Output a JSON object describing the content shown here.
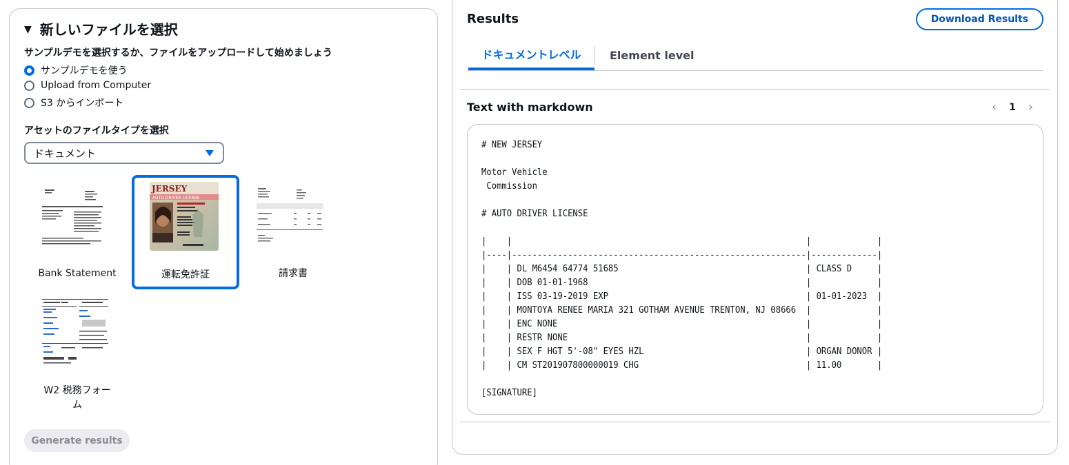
{
  "left": {
    "title": "新しいファイルを選択",
    "collapse_glyph": "▼",
    "description": "サンプルデモを選択するか、ファイルをアップロードして始めましょう",
    "radios": [
      {
        "label": "サンプルデモを使う",
        "checked": true
      },
      {
        "label": "Upload from Computer",
        "checked": false
      },
      {
        "label": "S3 からインポート",
        "checked": false
      }
    ],
    "asset_type_label": "アセットのファイルタイプを選択",
    "asset_type_value": "ドキュメント",
    "samples": [
      {
        "label": "Bank Statement",
        "selected": false
      },
      {
        "label": "運転免許証",
        "selected": true
      },
      {
        "label": "請求書",
        "selected": false
      },
      {
        "label": "W2 税務フォー\nム",
        "selected": false
      }
    ],
    "license_thumb_text": {
      "brand": "JERSEY",
      "type": "AUTO DRIVER LICENSE"
    },
    "generate_label": "Generate results"
  },
  "right": {
    "title": "Results",
    "download_label": "Download Results",
    "tabs": [
      {
        "label": "ドキュメントレベル",
        "active": true
      },
      {
        "label": "Element level",
        "active": false
      }
    ],
    "section_title": "Text with markdown",
    "page": "1",
    "prev_glyph": "‹",
    "next_glyph": "›",
    "markdown": "# NEW JERSEY\n\nMotor Vehicle\n Commission\n\n# AUTO DRIVER LICENSE\n\n|    |                                                          |             |\n|----|----------------------------------------------------------|-------------|\n|    | DL M6454 64774 51685                                     | CLASS D     |\n|    | DOB 01-01-1968                                           |             |\n|    | ISS 03-19-2019 EXP                                       | 01-01-2023  |\n|    | MONTOYA RENEE MARIA 321 GOTHAM AVENUE TRENTON, NJ 08666  |             |\n|    | ENC NONE                                                 |             |\n|    | RESTR NONE                                               |             |\n|    | SEX F HGT 5'-08\" EYES HZL                                | ORGAN DONOR |\n|    | CM ST201907800000019 CHG                                 | 11.00       |\n\n[SIGNATURE]"
  },
  "colors": {
    "accent": "#006ce0",
    "disabled_bg": "#ebebf0",
    "border": "#c6c6cd"
  }
}
